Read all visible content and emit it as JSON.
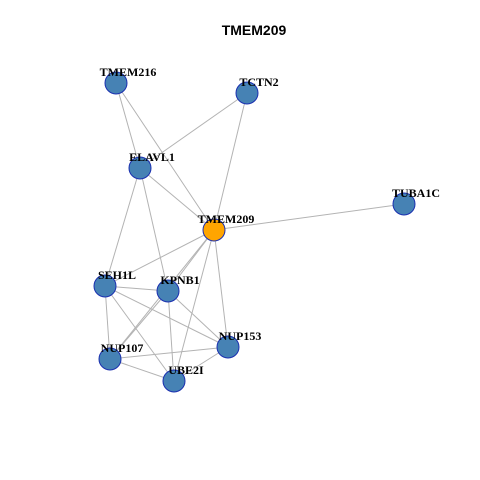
{
  "title": "TMEM209",
  "colors": {
    "hub": "#FFA500",
    "node": "#4682B4",
    "node_border": "#1a2fb0",
    "edge": "#b3b3b3"
  },
  "nodes": [
    {
      "id": "TMEM209",
      "label": "TMEM209",
      "hub": true
    },
    {
      "id": "TMEM216",
      "label": "TMEM216",
      "hub": false
    },
    {
      "id": "TCTN2",
      "label": "TCTN2",
      "hub": false
    },
    {
      "id": "ELAVL1",
      "label": "ELAVL1",
      "hub": false
    },
    {
      "id": "TUBA1C",
      "label": "TUBA1C",
      "hub": false
    },
    {
      "id": "SEH1L",
      "label": "SEH1L",
      "hub": false
    },
    {
      "id": "KPNB1",
      "label": "KPNB1",
      "hub": false
    },
    {
      "id": "NUP153",
      "label": "NUP153",
      "hub": false
    },
    {
      "id": "NUP107",
      "label": "NUP107",
      "hub": false
    },
    {
      "id": "UBE2I",
      "label": "UBE2I",
      "hub": false
    }
  ],
  "edges": [
    [
      "TMEM216",
      "ELAVL1"
    ],
    [
      "TMEM216",
      "TMEM209"
    ],
    [
      "TCTN2",
      "ELAVL1"
    ],
    [
      "TCTN2",
      "TMEM209"
    ],
    [
      "ELAVL1",
      "TMEM209"
    ],
    [
      "ELAVL1",
      "SEH1L"
    ],
    [
      "ELAVL1",
      "KPNB1"
    ],
    [
      "TMEM209",
      "TUBA1C"
    ],
    [
      "TMEM209",
      "SEH1L"
    ],
    [
      "TMEM209",
      "KPNB1"
    ],
    [
      "TMEM209",
      "NUP153"
    ],
    [
      "TMEM209",
      "NUP107"
    ],
    [
      "TMEM209",
      "UBE2I"
    ],
    [
      "SEH1L",
      "KPNB1"
    ],
    [
      "SEH1L",
      "NUP153"
    ],
    [
      "SEH1L",
      "NUP107"
    ],
    [
      "SEH1L",
      "UBE2I"
    ],
    [
      "KPNB1",
      "NUP153"
    ],
    [
      "KPNB1",
      "NUP107"
    ],
    [
      "KPNB1",
      "UBE2I"
    ],
    [
      "NUP153",
      "NUP107"
    ],
    [
      "NUP153",
      "UBE2I"
    ],
    [
      "NUP107",
      "UBE2I"
    ]
  ]
}
